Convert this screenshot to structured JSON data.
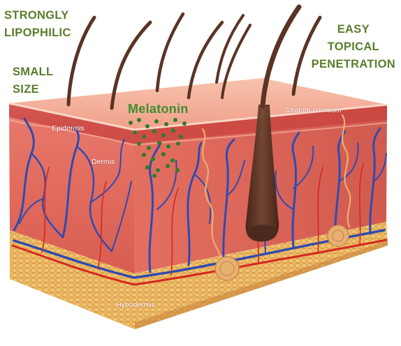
{
  "claims": {
    "lipophilic": [
      "STRONGLY",
      "LIPOPHILIC"
    ],
    "size": [
      "SMALL",
      "SIZE"
    ],
    "penetration": [
      "EASY",
      "TOPICAL",
      "PENETRATION"
    ]
  },
  "molecule": {
    "label": "Melatonin",
    "dot_color": "#2e7d2a"
  },
  "layers": {
    "stratum_corneum": "Stratum corneum",
    "epidermis": "Epidermis",
    "dermis": "Dermis",
    "hypodermis": "Hypodermis"
  },
  "colors": {
    "claim_text": "#5a7d2a",
    "skin_surface": "#f2a690",
    "dermis": "#e2685a",
    "hypodermis": "#e3b25a",
    "vein": "#2f4bb0",
    "artery": "#d4281f",
    "nerve": "#e8b071",
    "hair": "#5a3424"
  }
}
